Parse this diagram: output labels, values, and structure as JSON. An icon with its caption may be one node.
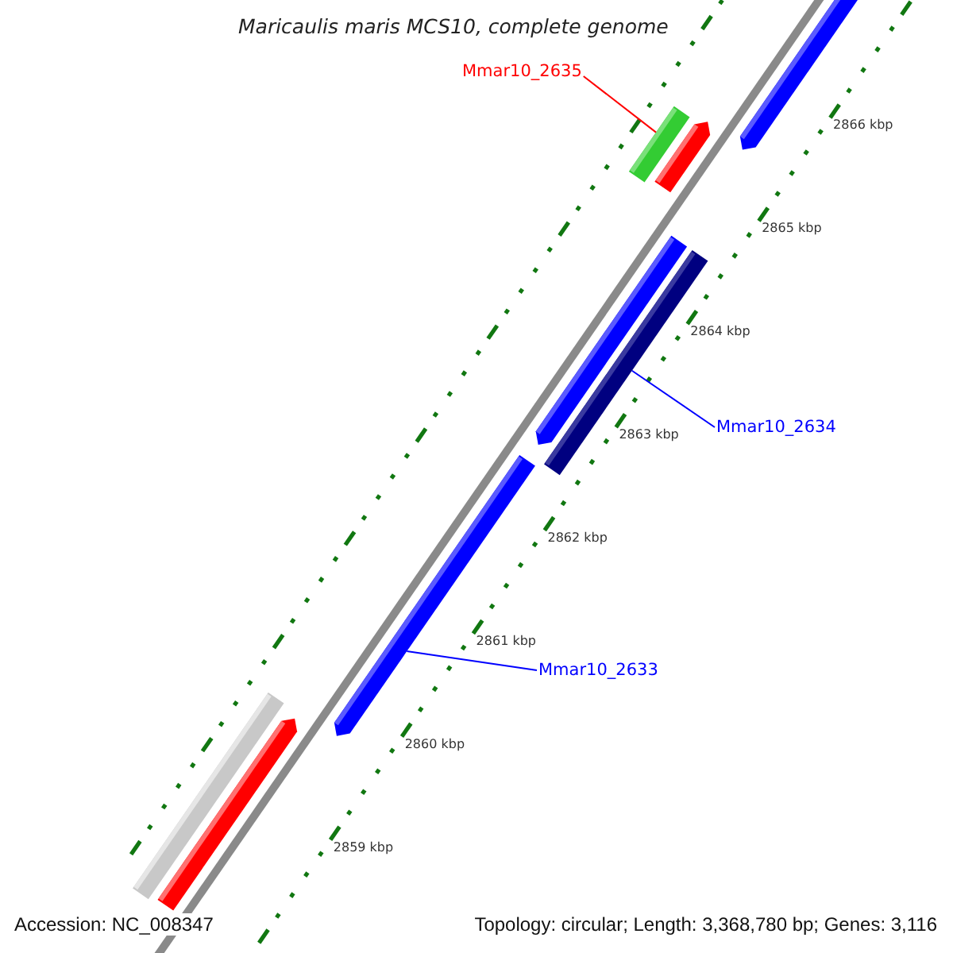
{
  "diagram": {
    "title": "Maricaulis maris MCS10, complete genome",
    "nodes": [
      {
        "text": [
          "Mmar10_2635"
        ]
      },
      {
        "text": [],
        "shape": "bar"
      },
      {
        "text": [
          "Mmar10_2634"
        ]
      },
      {
        "text": [],
        "shape": "bar"
      },
      {
        "text": [
          "Mmar10_2633"
        ]
      },
      {
        "text": [],
        "shape": "bar"
      }
    ],
    "edges": [
      {
        "from": 0,
        "to": 1,
        "arrow": "none",
        "color": "#ff0000"
      },
      {
        "from": 2,
        "to": 3,
        "arrow": "none"
      },
      {
        "from": 4,
        "to": 5,
        "arrow": "none"
      }
    ],
    "labels": [
      "2866 kbp",
      "2865 kbp",
      "2864 kbp",
      "2863 kbp",
      "2862 kbp",
      "2861 kbp",
      "2860 kbp",
      "2859 kbp",
      "Accession: NC_008347",
      "Topology: circular; Length: 3,368,780 bp; Genes: 3,116"
    ]
  }
}
